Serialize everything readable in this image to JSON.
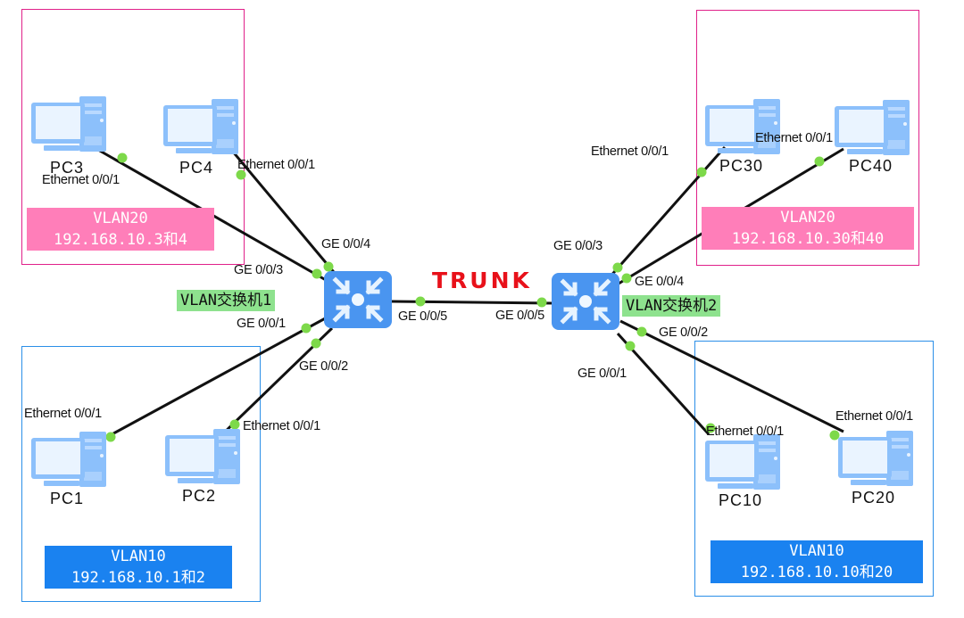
{
  "diagram": {
    "trunk_label": "TRUNK",
    "colors": {
      "vlan20_frame": "#e0218a",
      "vlan20_badge": "#ff7eb9",
      "vlan10_frame": "#2b8fe8",
      "vlan10_badge": "#1a82f0",
      "switch_fill": "#4a95f0",
      "switch_label_bg": "#8ee28e",
      "port_dot": "#7dd94a",
      "trunk_text": "#e8111a",
      "pc_icon": "#8cc0fb"
    },
    "switches": [
      {
        "id": "sw1",
        "label": "VLAN交换机1",
        "icon": "switch-icon"
      },
      {
        "id": "sw2",
        "label": "VLAN交换机2",
        "icon": "switch-icon"
      }
    ],
    "groups": [
      {
        "id": "g-tl",
        "vlan": "VLAN20",
        "subnet": "192.168.10.3和4",
        "color": "pink"
      },
      {
        "id": "g-bl",
        "vlan": "VLAN10",
        "subnet": "192.168.10.1和2",
        "color": "blue"
      },
      {
        "id": "g-tr",
        "vlan": "VLAN20",
        "subnet": "192.168.10.30和40",
        "color": "pink"
      },
      {
        "id": "g-br",
        "vlan": "VLAN10",
        "subnet": "192.168.10.10和20",
        "color": "blue"
      }
    ],
    "pcs": [
      {
        "id": "pc3",
        "name": "PC3",
        "icon": "pc-icon"
      },
      {
        "id": "pc4",
        "name": "PC4",
        "icon": "pc-icon"
      },
      {
        "id": "pc1",
        "name": "PC1",
        "icon": "pc-icon"
      },
      {
        "id": "pc2",
        "name": "PC2",
        "icon": "pc-icon"
      },
      {
        "id": "pc30",
        "name": "PC30",
        "icon": "pc-icon"
      },
      {
        "id": "pc40",
        "name": "PC40",
        "icon": "pc-icon"
      },
      {
        "id": "pc10",
        "name": "PC10",
        "icon": "pc-icon"
      },
      {
        "id": "pc20",
        "name": "PC20",
        "icon": "pc-icon"
      }
    ],
    "links": [
      {
        "from": "pc3",
        "from_port": "Ethernet 0/0/1",
        "to": "sw1",
        "to_port": "GE 0/0/3"
      },
      {
        "from": "pc4",
        "from_port": "Ethernet 0/0/1",
        "to": "sw1",
        "to_port": "GE 0/0/4"
      },
      {
        "from": "pc1",
        "from_port": "Ethernet 0/0/1",
        "to": "sw1",
        "to_port": "GE 0/0/1"
      },
      {
        "from": "pc2",
        "from_port": "Ethernet 0/0/1",
        "to": "sw1",
        "to_port": "GE 0/0/2"
      },
      {
        "from": "sw1",
        "from_port": "GE 0/0/5",
        "to": "sw2",
        "to_port": "GE 0/0/5"
      },
      {
        "from": "pc30",
        "from_port": "Ethernet 0/0/1",
        "to": "sw2",
        "to_port": "GE 0/0/3"
      },
      {
        "from": "pc40",
        "from_port": "Ethernet 0/0/1",
        "to": "sw2",
        "to_port": "GE 0/0/4"
      },
      {
        "from": "pc10",
        "from_port": "Ethernet 0/0/1",
        "to": "sw2",
        "to_port": "GE 0/0/1"
      },
      {
        "from": "pc20",
        "from_port": "Ethernet 0/0/1",
        "to": "sw2",
        "to_port": "GE 0/0/2"
      }
    ]
  }
}
